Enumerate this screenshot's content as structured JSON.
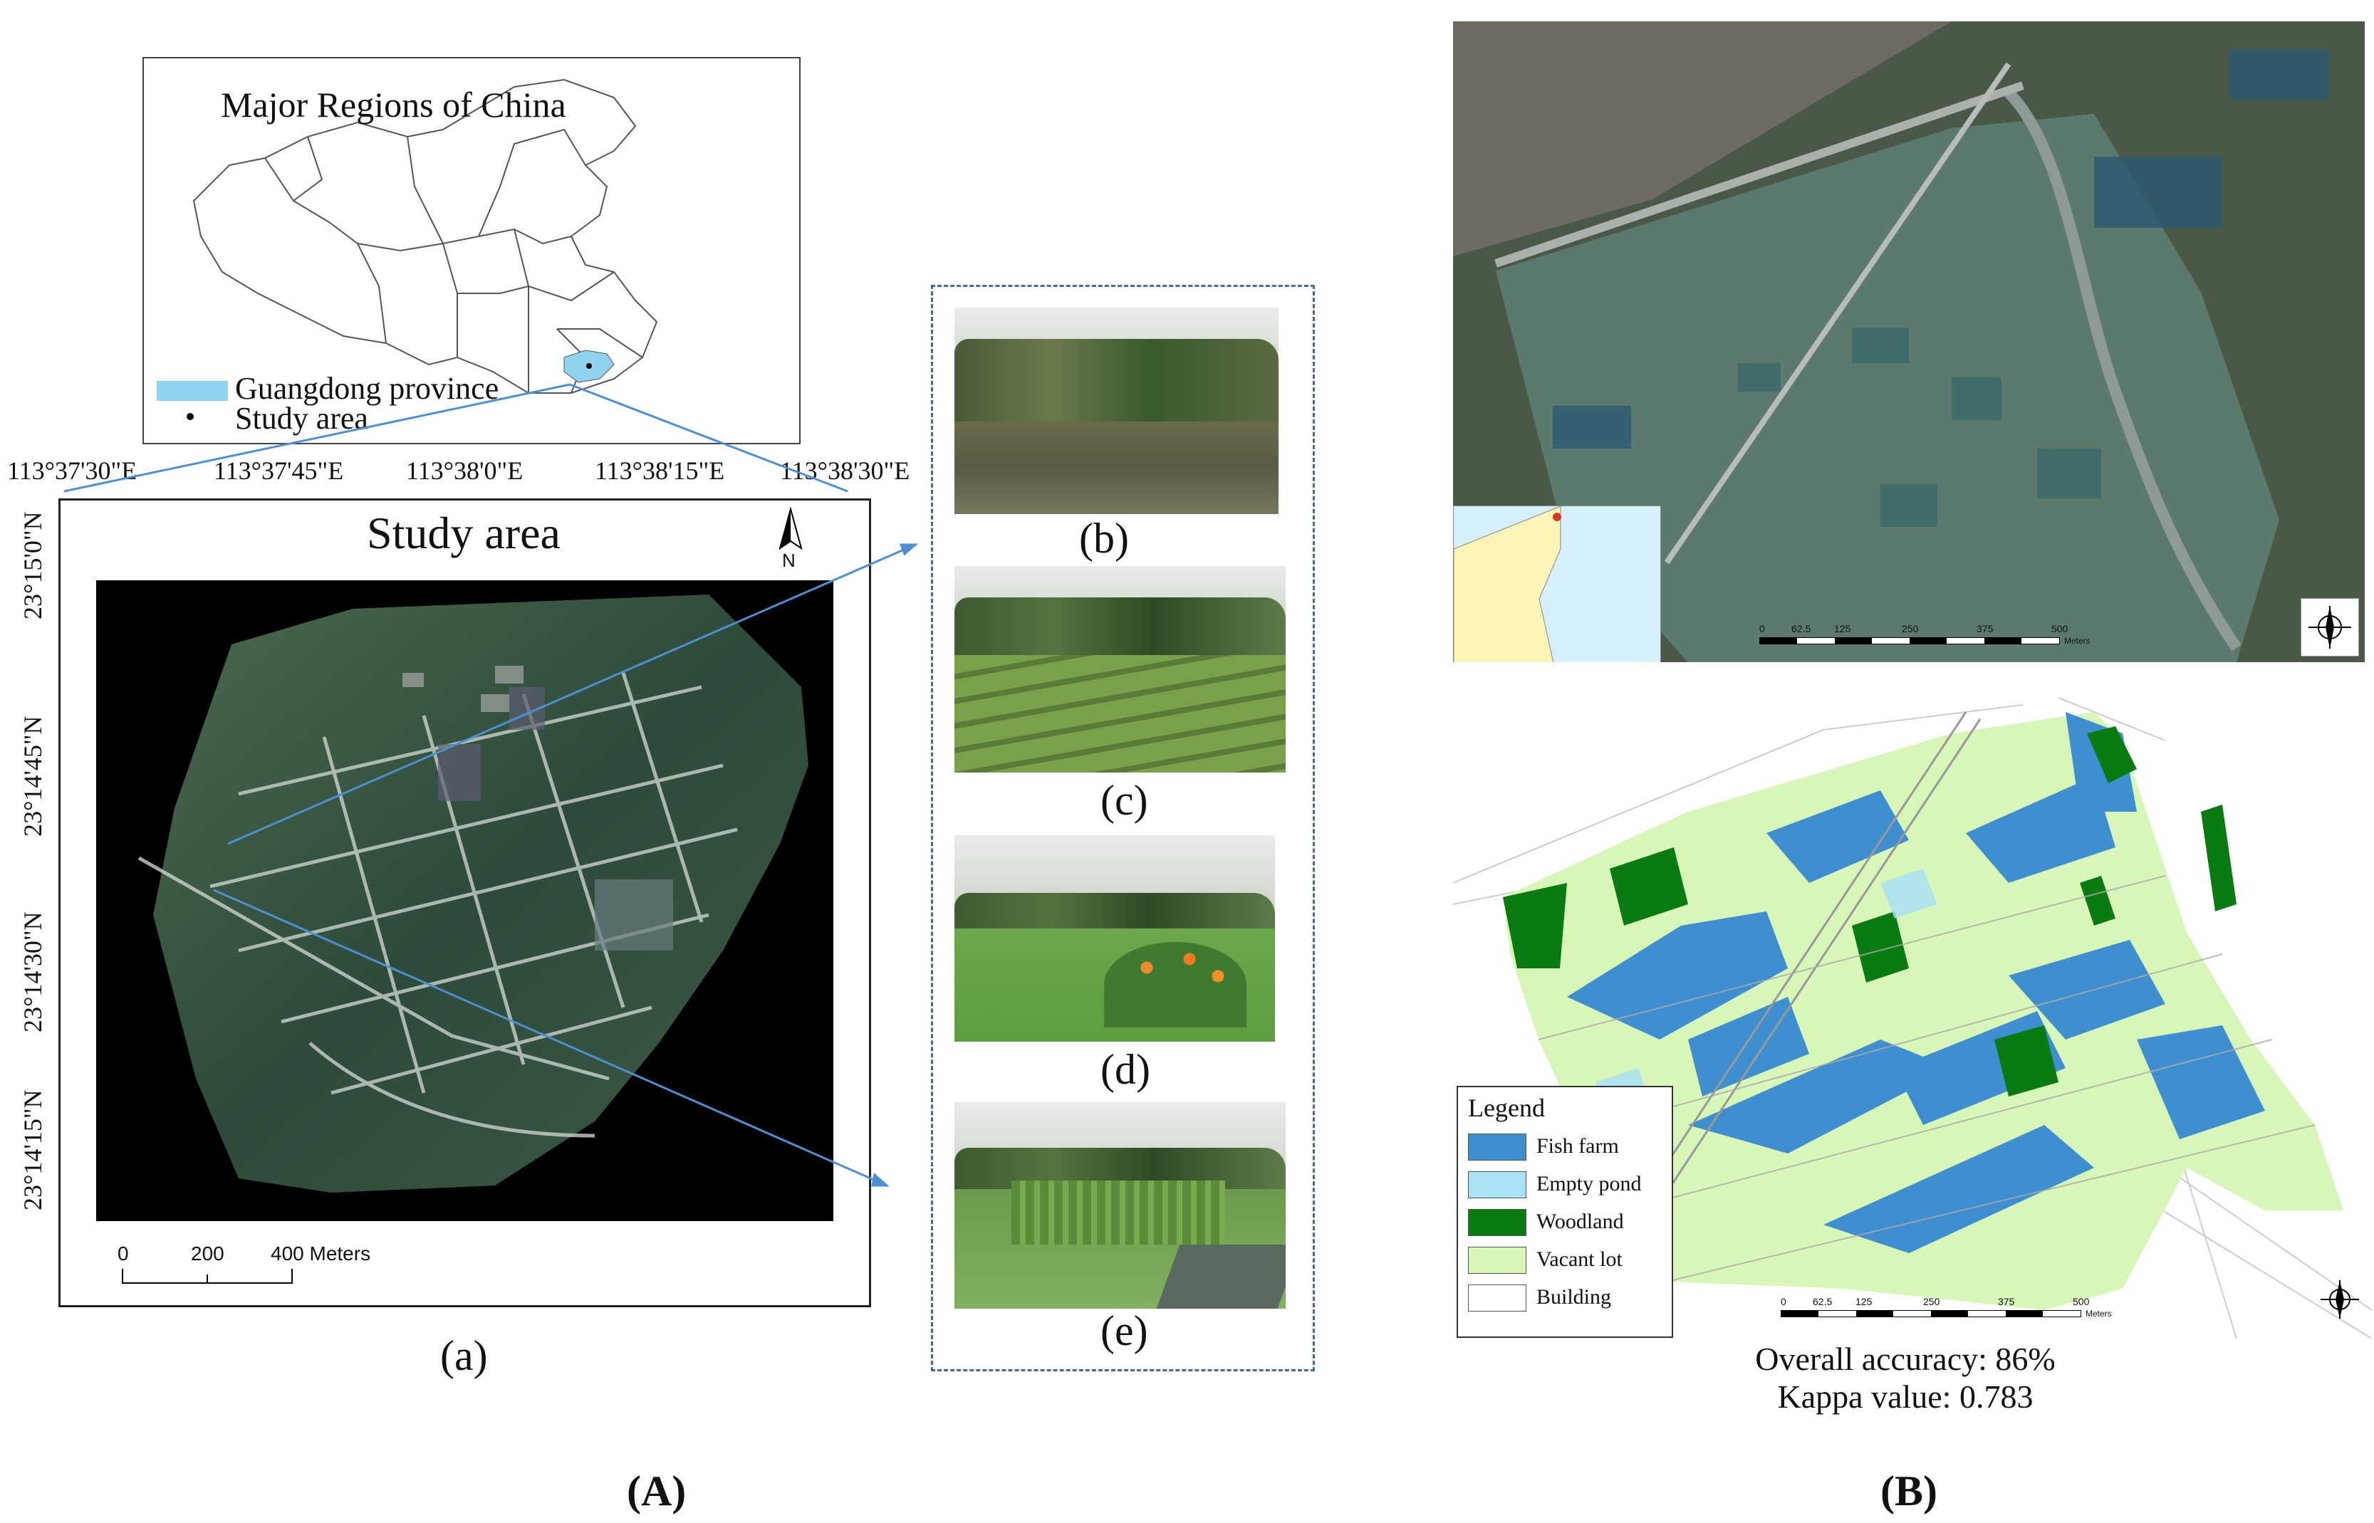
{
  "panel_a": {
    "china_map": {
      "title": "Major Regions of China",
      "legend": [
        {
          "label": "Guangdong province",
          "color": "#8fd3ef"
        },
        {
          "label": "Study area",
          "color": "#000000"
        }
      ]
    },
    "top_coords": [
      "113°37'30\"E",
      "113°37'45\"E",
      "113°38'0\"E",
      "113°38'15\"E",
      "113°38'30\"E"
    ],
    "left_coords": [
      "23°15'0\"N",
      "23°14'45\"N",
      "23°14'30\"N",
      "23°14'15\"N"
    ],
    "study_area_title": "Study area",
    "north_label": "N",
    "scale_bar": {
      "ticks": [
        "0",
        "200",
        "400 Meters"
      ]
    },
    "sub_label": "(a)",
    "photo_labels": [
      "(b)",
      "(c)",
      "(d)",
      "(e)"
    ],
    "figure_label": "(A)"
  },
  "panel_b": {
    "satellite_scale": [
      "0",
      "62.5",
      "125",
      "250",
      "375",
      "500"
    ],
    "satellite_scale_unit": "Meters",
    "legend": {
      "title": "Legend",
      "items": [
        {
          "label": "Fish farm",
          "color": "#3f8fd0"
        },
        {
          "label": "Empty pond",
          "color": "#a9e1f7"
        },
        {
          "label": "Woodland",
          "color": "#0a7a12"
        },
        {
          "label": "Vacant lot",
          "color": "#d7f6b8"
        },
        {
          "label": "Building",
          "color": "#ffffff"
        }
      ]
    },
    "classification_scale": [
      "0",
      "62.5",
      "125",
      "250",
      "375",
      "500"
    ],
    "classification_scale_unit": "Meters",
    "overall_accuracy": "Overall accuracy: 86%",
    "kappa": "Kappa value: 0.783",
    "figure_label": "(B)"
  }
}
